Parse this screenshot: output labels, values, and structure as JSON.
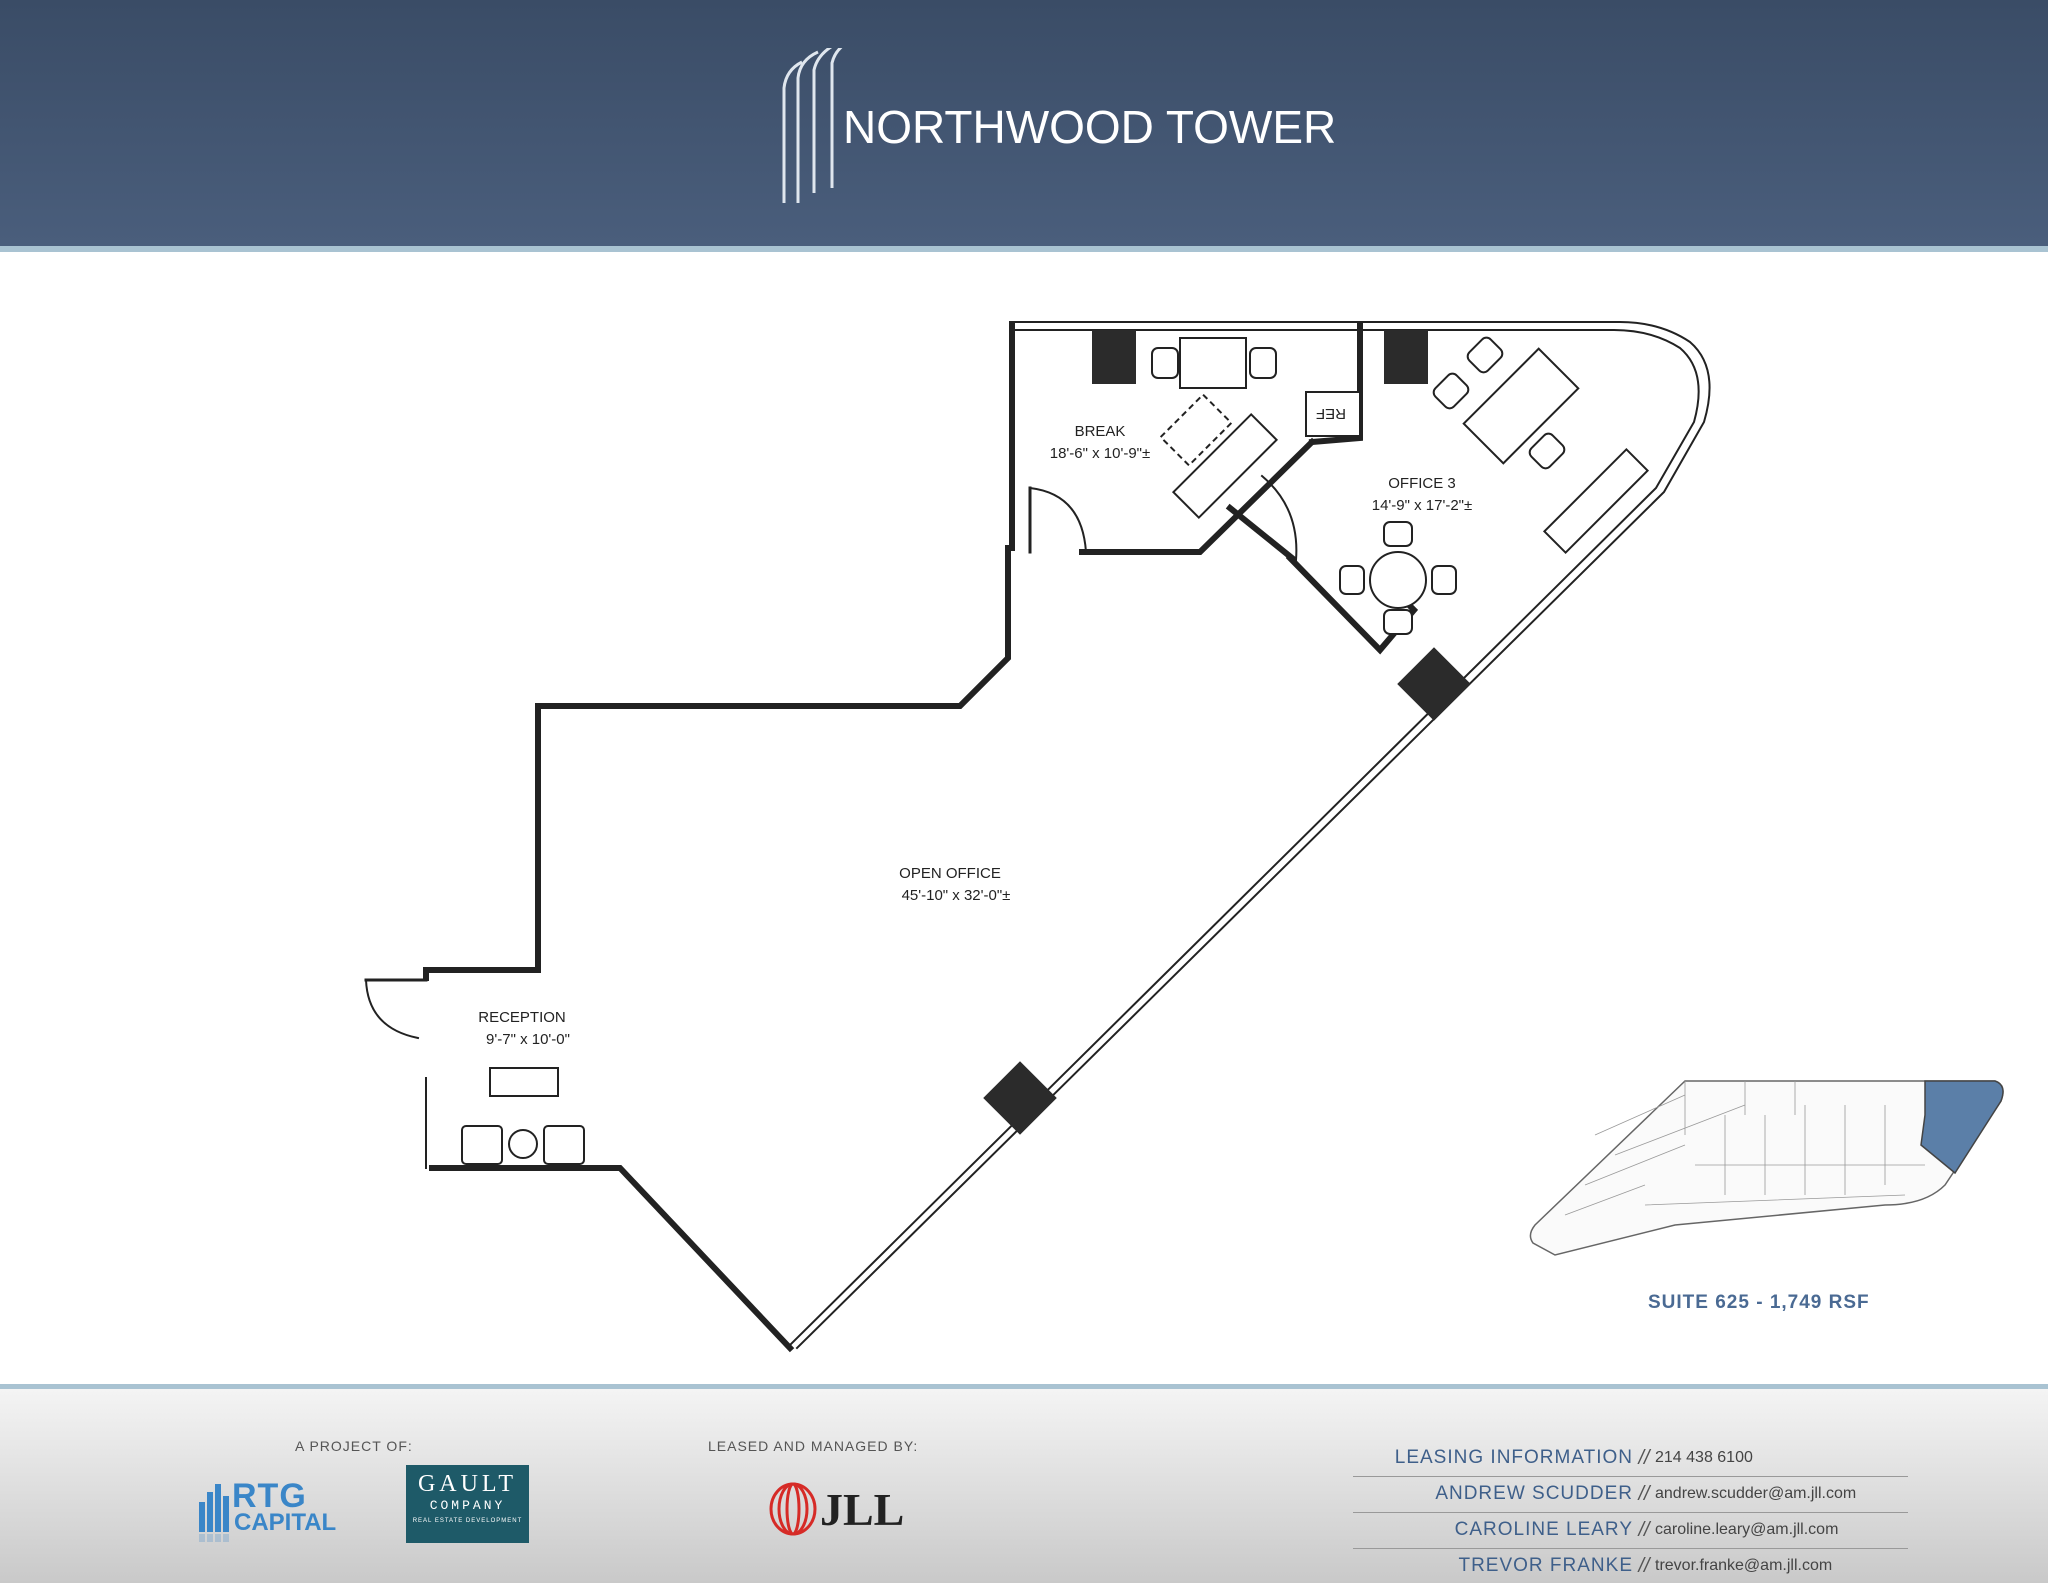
{
  "header": {
    "title": "NORTHWOOD TOWER",
    "background": "#3f5270"
  },
  "floorplan": {
    "rooms": [
      {
        "name": "BREAK",
        "dimensions": "18'-6\" x 10'-9\"±"
      },
      {
        "name": "OFFICE 3",
        "dimensions": "14'-9\" x 17'-2\"±"
      },
      {
        "name": "OPEN OFFICE",
        "dimensions": "45'-10\" x 32'-0\"±"
      },
      {
        "name": "RECEPTION",
        "dimensions": "9'-7\" x 10'-0\""
      }
    ],
    "fridge_label": "REF",
    "wall_color": "#222222",
    "highlight_color": "#5b7fa8"
  },
  "suite": {
    "label": "SUITE 625 - 1,749 RSF"
  },
  "footer": {
    "project_heading": "A PROJECT OF:",
    "leased_heading": "LEASED AND MANAGED BY:",
    "logos": {
      "rtg_line1": "RTG",
      "rtg_line2": "CAPITAL",
      "gault_line1": "GAULT",
      "gault_line2": "COMPANY",
      "gault_line3": "REAL ESTATE DEVELOPMENT",
      "jll": "JLL"
    },
    "contacts": [
      {
        "name": "LEASING INFORMATION",
        "value": "214 438 6100"
      },
      {
        "name": "ANDREW SCUDDER",
        "value": "andrew.scudder@am.jll.com"
      },
      {
        "name": "CAROLINE LEARY",
        "value": "caroline.leary@am.jll.com"
      },
      {
        "name": "TREVOR FRANKE",
        "value": "trevor.franke@am.jll.com"
      }
    ],
    "separator": "//"
  }
}
